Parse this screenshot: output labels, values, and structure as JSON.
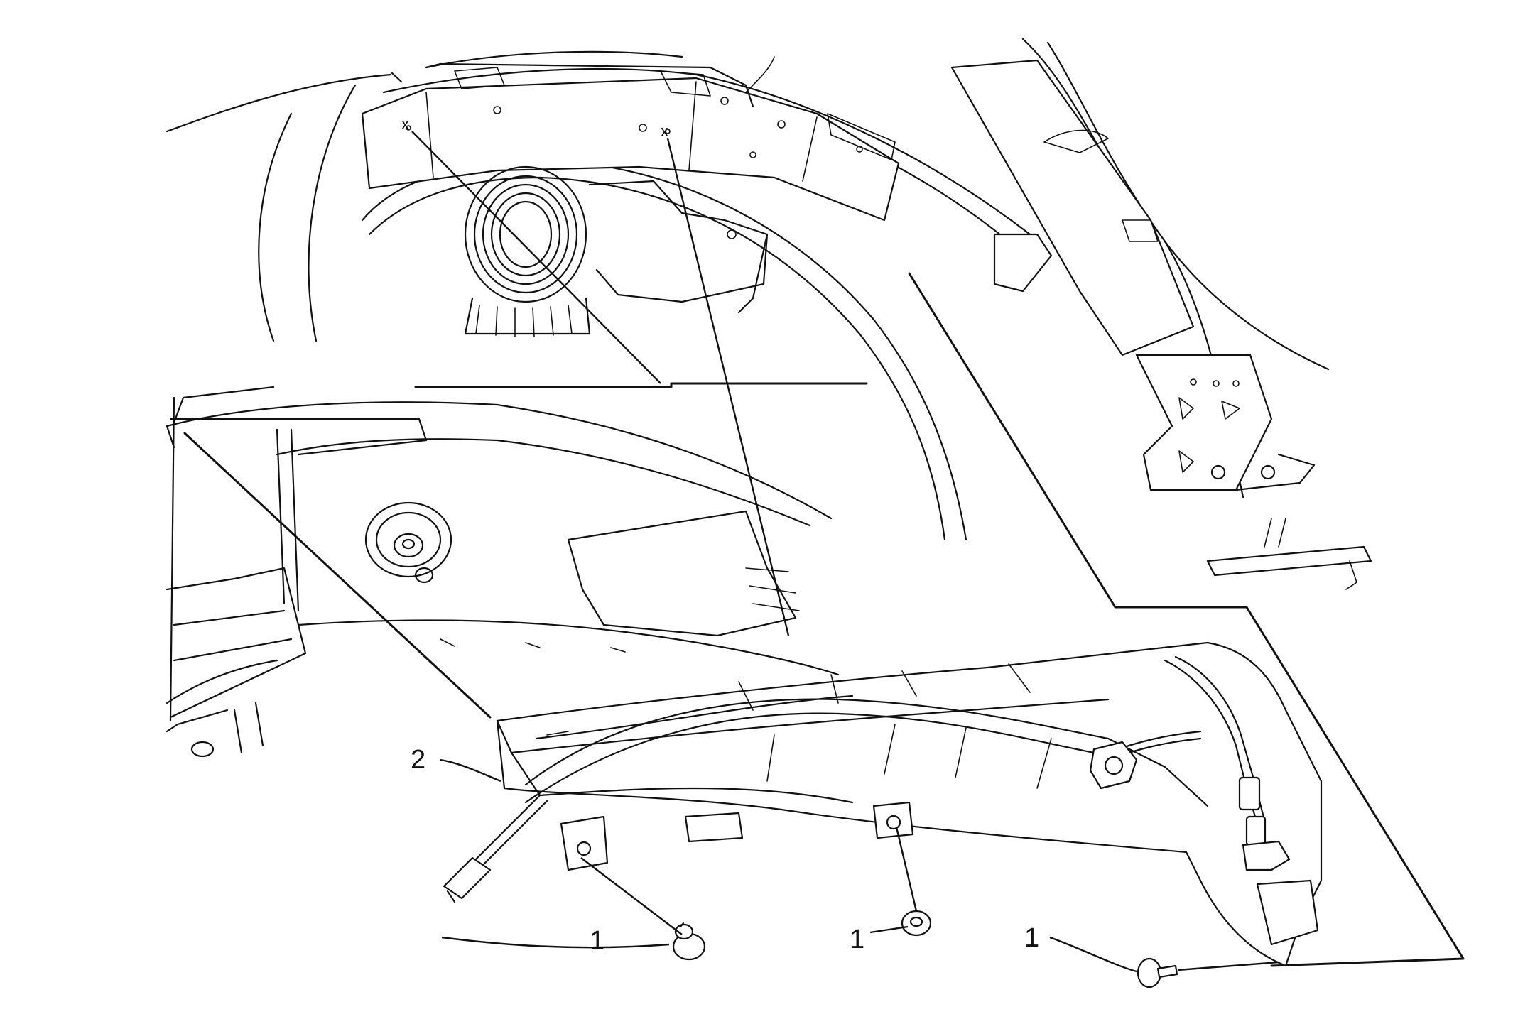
{
  "callouts": [
    {
      "id": "fastener-left",
      "label": "1"
    },
    {
      "id": "fastener-center",
      "label": "1"
    },
    {
      "id": "fastener-right",
      "label": "1"
    },
    {
      "id": "trim-panel",
      "label": "2"
    }
  ],
  "colors": {
    "line": "#111111",
    "background": "#ffffff"
  }
}
